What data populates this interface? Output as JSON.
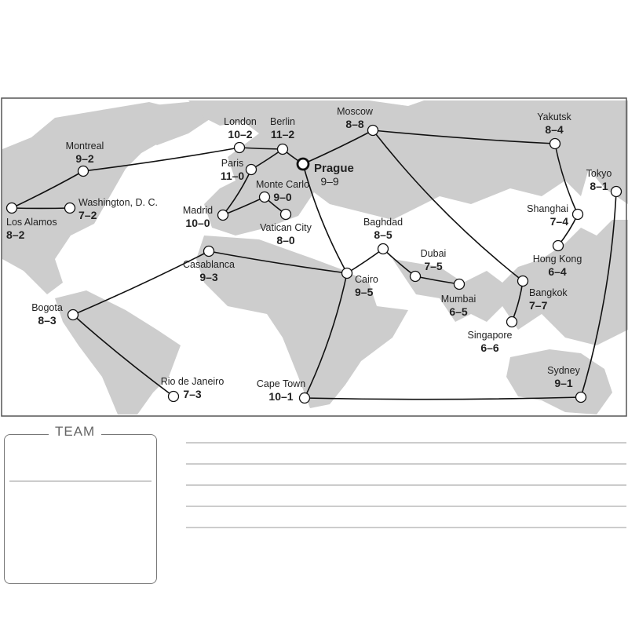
{
  "map": {
    "cities": [
      {
        "id": "los-alamos",
        "name": "Los Alamos",
        "score": "8–2"
      },
      {
        "id": "washington",
        "name": "Washington, D. C.",
        "score": "7–2"
      },
      {
        "id": "montreal",
        "name": "Montreal",
        "score": "9–2"
      },
      {
        "id": "london",
        "name": "London",
        "score": "10–2"
      },
      {
        "id": "berlin",
        "name": "Berlin",
        "score": "11–2"
      },
      {
        "id": "paris",
        "name": "Paris",
        "score": "11–0"
      },
      {
        "id": "prague",
        "name": "Prague",
        "score": "9–9",
        "highlight": true
      },
      {
        "id": "monte-carlo",
        "name": "Monte Carlo",
        "score": "9–0"
      },
      {
        "id": "madrid",
        "name": "Madrid",
        "score": "10–0"
      },
      {
        "id": "vatican-city",
        "name": "Vatican City",
        "score": "8–0"
      },
      {
        "id": "moscow",
        "name": "Moscow",
        "score": "8–8"
      },
      {
        "id": "yakutsk",
        "name": "Yakutsk",
        "score": "8–4"
      },
      {
        "id": "tokyo",
        "name": "Tokyo",
        "score": "8–1"
      },
      {
        "id": "shanghai",
        "name": "Shanghai",
        "score": "7–4"
      },
      {
        "id": "hong-kong",
        "name": "Hong Kong",
        "score": "6–4"
      },
      {
        "id": "bangkok",
        "name": "Bangkok",
        "score": "7–7"
      },
      {
        "id": "singapore",
        "name": "Singapore",
        "score": "6–6"
      },
      {
        "id": "baghdad",
        "name": "Baghdad",
        "score": "8–5"
      },
      {
        "id": "dubai",
        "name": "Dubai",
        "score": "7–5"
      },
      {
        "id": "mumbai",
        "name": "Mumbai",
        "score": "6–5"
      },
      {
        "id": "cairo",
        "name": "Cairo",
        "score": "9–5"
      },
      {
        "id": "casablanca",
        "name": "Casablanca",
        "score": "9–3"
      },
      {
        "id": "bogota",
        "name": "Bogota",
        "score": "8–3"
      },
      {
        "id": "rio-de-janeiro",
        "name": "Rio de Janeiro",
        "score": "7–3"
      },
      {
        "id": "cape-town",
        "name": "Cape Town",
        "score": "10–1"
      },
      {
        "id": "sydney",
        "name": "Sydney",
        "score": "9–1"
      }
    ],
    "connections": [
      [
        "los-alamos",
        "montreal"
      ],
      [
        "los-alamos",
        "washington"
      ],
      [
        "montreal",
        "london"
      ],
      [
        "london",
        "berlin"
      ],
      [
        "berlin",
        "paris"
      ],
      [
        "paris",
        "madrid"
      ],
      [
        "madrid",
        "monte-carlo"
      ],
      [
        "monte-carlo",
        "vatican-city"
      ],
      [
        "berlin",
        "prague"
      ],
      [
        "prague",
        "moscow"
      ],
      [
        "prague",
        "cairo"
      ],
      [
        "moscow",
        "yakutsk"
      ],
      [
        "moscow",
        "bangkok"
      ],
      [
        "bangkok",
        "singapore"
      ],
      [
        "yakutsk",
        "shanghai"
      ],
      [
        "shanghai",
        "hong-kong"
      ],
      [
        "tokyo",
        "sydney"
      ],
      [
        "sydney",
        "cape-town"
      ],
      [
        "cape-town",
        "cairo"
      ],
      [
        "cairo",
        "baghdad"
      ],
      [
        "baghdad",
        "dubai"
      ],
      [
        "dubai",
        "mumbai"
      ],
      [
        "cairo",
        "casablanca"
      ],
      [
        "casablanca",
        "bogota"
      ],
      [
        "bogota",
        "rio-de-janeiro"
      ]
    ],
    "colors": {
      "land": "#cdcdcd",
      "line": "#111111",
      "text": "#222222"
    }
  },
  "team": {
    "label": "TEAM"
  }
}
